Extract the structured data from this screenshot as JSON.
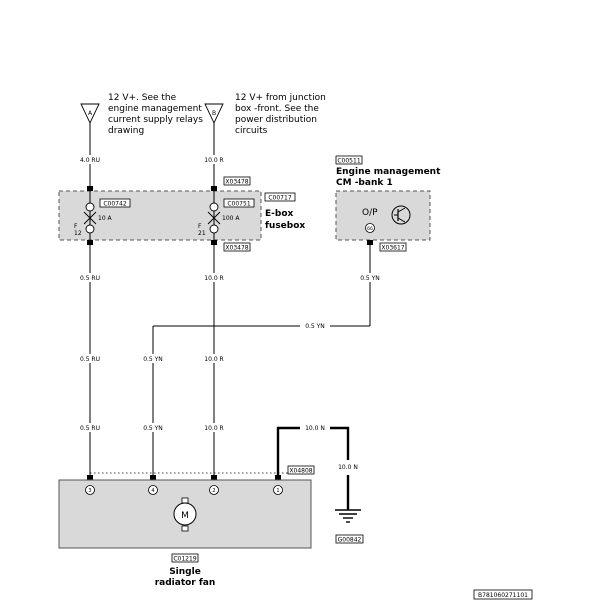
{
  "sources": {
    "a": {
      "letter": "A",
      "desc_lines": [
        "12 V+. See the",
        "engine management",
        "current supply relays",
        "drawing"
      ]
    },
    "b": {
      "letter": "B",
      "desc_lines": [
        "12 V+ from junction",
        "box -front. See the",
        "power distribution",
        "circuits"
      ]
    }
  },
  "connectors": {
    "x03478_top": "X03478",
    "x03478_bot": "X03478",
    "x03617": "X03617",
    "x04808": "X04808"
  },
  "fusebox": {
    "ref": "C00717",
    "name_lines": [
      "E-box",
      "fusebox"
    ],
    "fuse1": {
      "ref": "C00742",
      "rating": "10 A",
      "f_label": "F",
      "number": "12"
    },
    "fuse2": {
      "ref": "C00751",
      "rating": "100 A",
      "f_label": "F",
      "number": "21"
    }
  },
  "ecm": {
    "ref": "C00511",
    "name_lines": [
      "Engine management",
      "CM -bank 1"
    ],
    "op_label": "O/P",
    "pin": "66"
  },
  "wires": {
    "w_a_top": "4.0 RU",
    "w_b_top": "10.0 R",
    "w_a_1": "0.5 RU",
    "w_b_1": "10.0 R",
    "w_ecm": "0.5 YN",
    "w_bus": "0.5 YN",
    "w_a_2": "0.5 RU",
    "w_yn_2": "0.5 YN",
    "w_b_2": "10.0 R",
    "w_a_3": "0.5 RU",
    "w_yn_3": "0.5 YN",
    "w_b_3": "10.0 R",
    "w_gnd_h": "10.0 N",
    "w_gnd_v": "10.0 N"
  },
  "fan": {
    "ref": "C01219",
    "name_lines": [
      "Single",
      "radiator fan"
    ],
    "pins": [
      "3",
      "4",
      "2",
      "1"
    ],
    "motor": "M"
  },
  "ground": {
    "ref": "G00842"
  },
  "figure_id": "B781060271101"
}
